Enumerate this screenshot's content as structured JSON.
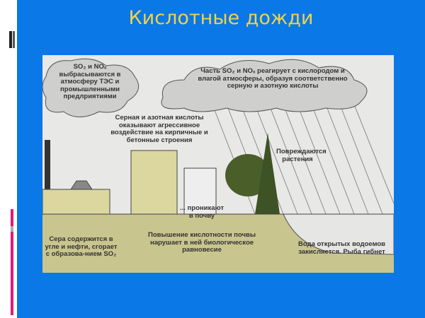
{
  "slide": {
    "title": "Кислотные дожди",
    "background_color": "#0a78e6",
    "title_color": "#f0d24a",
    "accent_color": "#e0187a"
  },
  "diagram": {
    "labels": {
      "emissions": "SO₂ и NOₓ выбрасываются в атмосферу ТЭС и промышленными предлриятиями",
      "reaction": "Часть SO₂ и NOₓ реагирует с кислородом и влагой атмосферы, образуя соответственно серную и азотную кислоты",
      "buildings": "Серная и азотная кислоты оказывают агрессивное воздействие на кирпичные и бетонные строения",
      "plants": "Повреждаются растения",
      "soil_penetration": "... проникают в почву",
      "sulfur": "Сера содержится в угле и нефти, сгорает с образова-нием SO₂",
      "soil_acidity": "Повышение кислотности почвы нарушает в ней биологическое равновесие",
      "water": "Вода открытых водоемов закисляется. Рыба гибнет"
    }
  }
}
